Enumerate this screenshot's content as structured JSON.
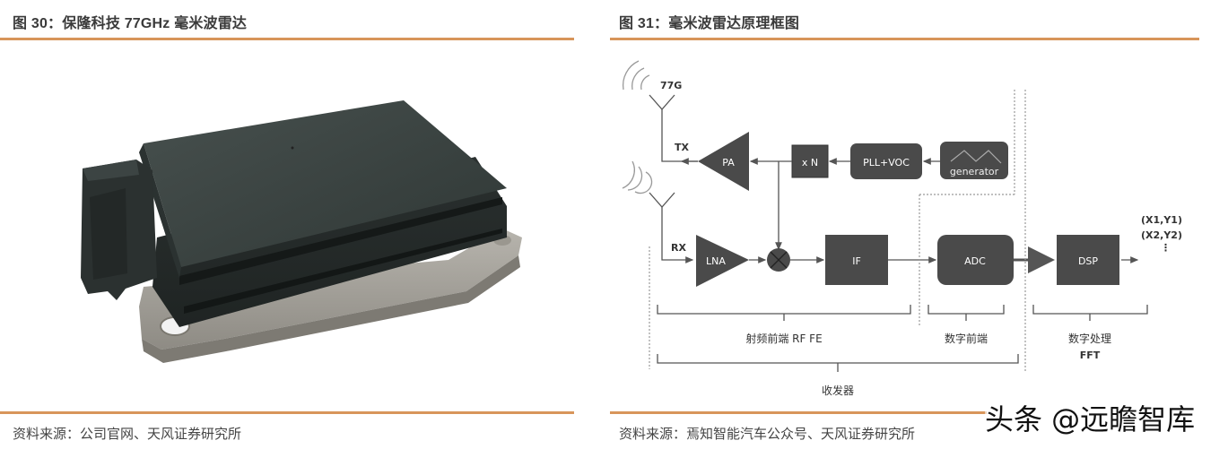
{
  "left_figure": {
    "title": "图 30：保隆科技 77GHz 毫米波雷达",
    "image_alt": "Baolong Technology 77GHz millimeter-wave radar module photo",
    "source": "资料来源：公司官网、天风证券研究所"
  },
  "right_figure": {
    "title": "图 31：毫米波雷达原理框图",
    "source": "资料来源：焉知智能汽车公众号、天风证券研究所",
    "diagram": {
      "antenna_freq": "77G",
      "tx_label": "TX",
      "rx_label": "RX",
      "blocks": {
        "pa": "PA",
        "xn": "x N",
        "pll": "PLL+VOC",
        "generator": "generator",
        "lna": "LNA",
        "if": "IF",
        "adc": "ADC",
        "dsp": "DSP"
      },
      "outputs": [
        "(X1,Y1)",
        "(X2,Y2)",
        "⋮"
      ],
      "sections": {
        "rf_fe": "射频前端 RF FE",
        "digital_frontend": "数字前端",
        "digital_processing": "数字处理",
        "fft": "FFT",
        "transceiver": "收发器"
      }
    }
  },
  "watermark": "头条 @远瞻智库",
  "colors": {
    "rule": "#d8955a",
    "block": "#4a4a4a",
    "line": "#555555"
  }
}
